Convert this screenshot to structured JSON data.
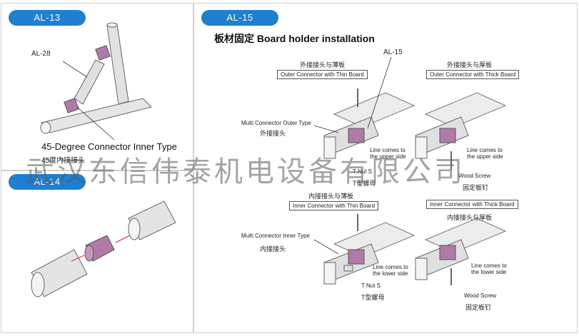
{
  "left_top": {
    "badge": "AL-13",
    "part_label": "AL-28",
    "caption_en": "45-Degree Connector Inner Type",
    "caption_cn": "45度内接接头"
  },
  "left_bottom": {
    "badge": "AL-14"
  },
  "right": {
    "badge": "AL-15",
    "title": "板材固定 Board holder installation",
    "part_label": "AL-15",
    "q1": {
      "cn_title": "外接接头与薄板",
      "en_title": "Outer Connector with Thin Board",
      "type_en": "Multi Connector Outer Type",
      "type_cn": "外接接头",
      "line_note": "Line comes to\nthe upper side",
      "nut_en": "T Nut S",
      "nut_cn": "T型螺母"
    },
    "q2": {
      "cn_title": "外接接头与厚板",
      "en_title": "Outer Connector with Thick Board",
      "line_note": "Line comes to\nthe upper side",
      "screw_en": "Wood Screw",
      "screw_cn": "固定板钉"
    },
    "q3": {
      "cn_title": "内接接头与薄板",
      "en_title": "Inner Connector with Thin Board",
      "type_en": "Multi Connector Inner Type",
      "type_cn": "内接接头",
      "line_note": "Line comes to\nthe lower side",
      "nut_en": "T Nut S",
      "nut_cn": "T型螺母"
    },
    "q4": {
      "en_title": "Inner Connector with Thick Board",
      "cn_title": "内接接头与厚板",
      "line_note": "Line comes to\nthe lower side",
      "screw_en": "Wood Screw",
      "screw_cn": "固定板钉"
    }
  },
  "watermark": "武汉东信伟泰机电设备有限公司",
  "colors": {
    "badge": "#1f7fd0",
    "connector": "#b07aa8",
    "tube": "#d9d9d9"
  }
}
